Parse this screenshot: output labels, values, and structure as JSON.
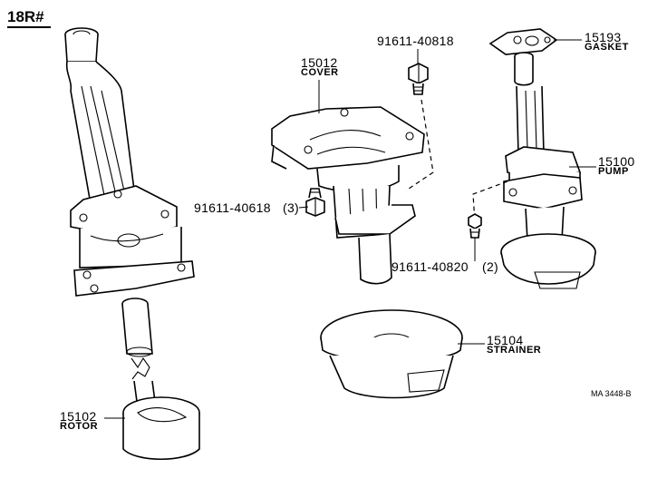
{
  "header": {
    "model": "18R#"
  },
  "parts": {
    "cover": {
      "number": "15012",
      "name": "COVER"
    },
    "bolt_top": {
      "number": "91611-40818"
    },
    "bolt_left": {
      "number": "91611-40618",
      "qty": "(3)"
    },
    "gasket": {
      "number": "15193",
      "name": "GASKET"
    },
    "pump": {
      "number": "15100",
      "name": "PUMP"
    },
    "bolt_right": {
      "number": "91611-40820",
      "qty": "(2)"
    },
    "strainer": {
      "number": "15104",
      "name": "STRAINER"
    },
    "rotor": {
      "number": "15102",
      "name": "ROTOR"
    }
  },
  "figure_id": "MA 3448-B"
}
